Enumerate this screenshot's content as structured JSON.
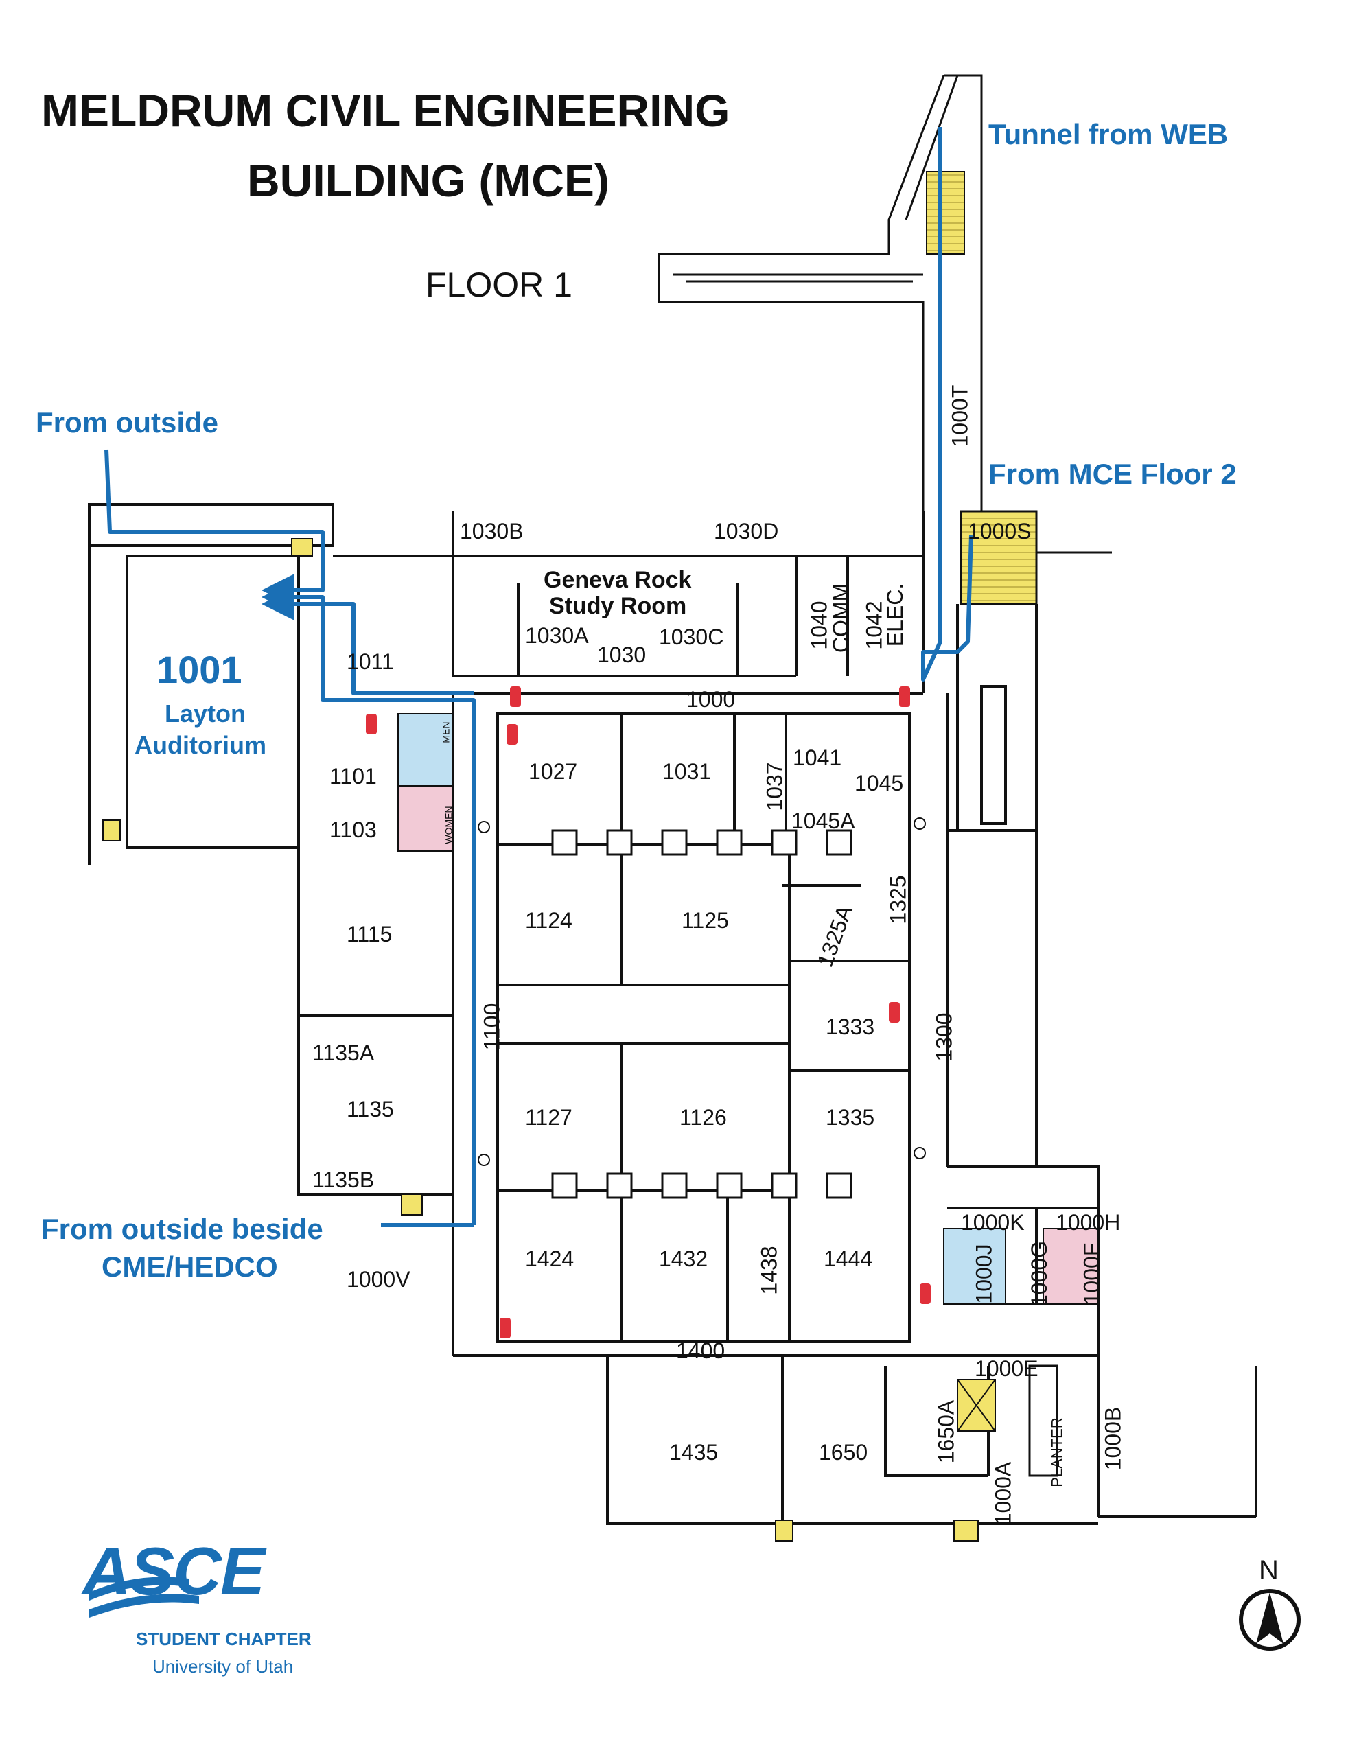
{
  "title": {
    "line1": "MELDRUM CIVIL ENGINEERING",
    "line2": "BUILDING (MCE)",
    "floor": "FLOOR 1"
  },
  "callouts": {
    "tunnel": "Tunnel from WEB",
    "outside": "From outside",
    "floor2": "From MCE Floor 2",
    "beside1": "From outside beside",
    "beside2": "CME/HEDCO"
  },
  "auditorium": {
    "number": "1001",
    "name1": "Layton",
    "name2": "Auditorium"
  },
  "study_room": {
    "line1": "Geneva Rock",
    "line2": "Study Room"
  },
  "rooms": {
    "r1030B": "1030B",
    "r1030D": "1030D",
    "r1030A": "1030A",
    "r1030": "1030",
    "r1030C": "1030C",
    "r1040": "1040",
    "comm": "COMM.",
    "r1042": "1042",
    "elec": "ELEC.",
    "r1000T": "1000T",
    "r1000S": "1000S",
    "r1011": "1011",
    "r1000": "1000",
    "r1101": "1101",
    "r1103": "1103",
    "men": "MEN",
    "women": "WOMEN",
    "r1027": "1027",
    "r1031": "1031",
    "r1037": "1037",
    "r1041": "1041",
    "r1045": "1045",
    "r1045A": "1045A",
    "r1115": "1115",
    "r1124": "1124",
    "r1125": "1125",
    "r1325A": "1325A",
    "r1325": "1325",
    "r1333": "1333",
    "r1300": "1300",
    "r1100": "1100",
    "r1135A": "1135A",
    "r1135": "1135",
    "r1135B": "1135B",
    "r1127": "1127",
    "r1126": "1126",
    "r1335": "1335",
    "r1000K": "1000K",
    "r1000H": "1000H",
    "r1000J": "1000J",
    "r1000G": "1000G",
    "r1000F": "1000F",
    "r1424": "1424",
    "r1432": "1432",
    "r1438": "1438",
    "r1444": "1444",
    "r1000V": "1000V",
    "r1400": "1400",
    "r1000E": "1000E",
    "r1435": "1435",
    "r1650": "1650",
    "r1650A": "1650A",
    "r1000A": "1000A",
    "planter": "PLANTER",
    "r1000B": "1000B"
  },
  "logo": {
    "mark": "ASCE",
    "chapter": "STUDENT CHAPTER",
    "university": "University of Utah"
  },
  "compass": {
    "label": "N"
  },
  "colors": {
    "route_blue": "#1a6fb5",
    "stair_yellow": "#f2e36b",
    "men_blue": "#bfe0f2",
    "women_pink": "#f2cad6",
    "extinguisher_red": "#e0303a",
    "wall": "#111111"
  },
  "icons": [
    "fire-extinguisher-icon",
    "stairs-icon",
    "elevator-icon",
    "accessible-icon",
    "north-arrow-icon",
    "door-swing-icon"
  ]
}
